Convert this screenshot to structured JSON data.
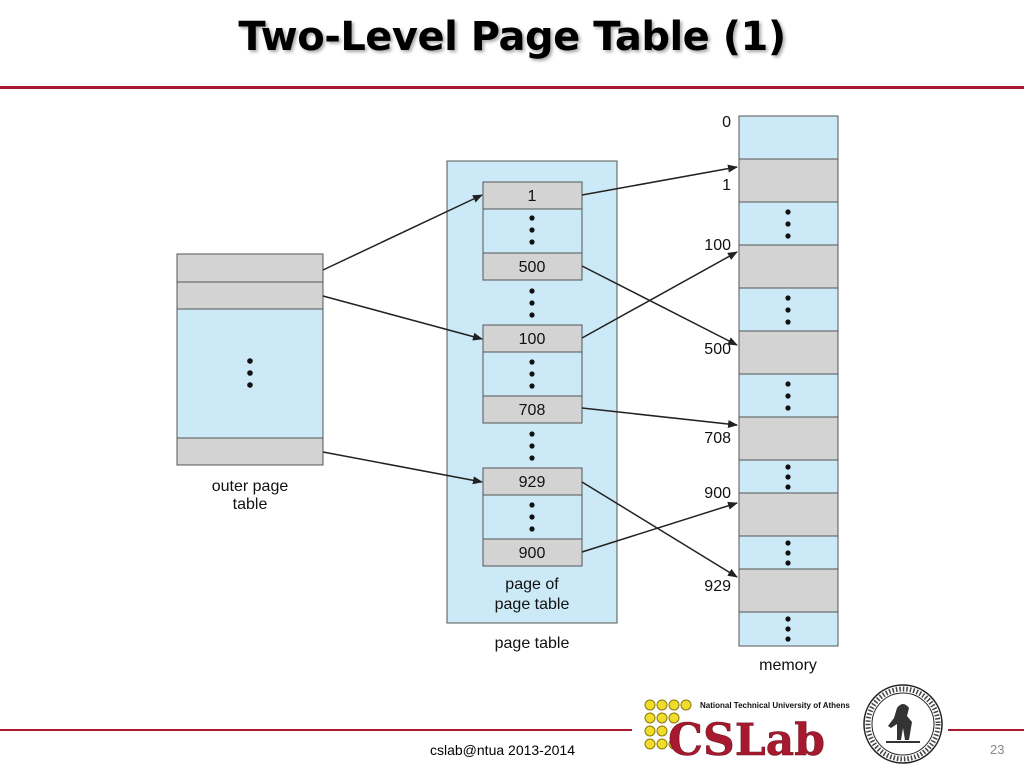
{
  "slide": {
    "title": "Two-Level Page Table (1)",
    "footer": "cslab@ntua 2013-2014",
    "page_number": "23"
  },
  "diagram": {
    "outer_table_label": [
      "outer page",
      "table"
    ],
    "inner_group_label": [
      "page of",
      "page table"
    ],
    "page_table_label": "page table",
    "memory_label": "memory",
    "inner_entries": [
      "1",
      "500",
      "100",
      "708",
      "929",
      "900"
    ],
    "memory_labels": [
      "0",
      "1",
      "100",
      "500",
      "708",
      "900",
      "929"
    ]
  },
  "logo": {
    "university": "National Technical University of Athens",
    "lab": "CSLab"
  },
  "colors": {
    "cell_blue": "#cce9f7",
    "cell_gray": "#d3d3d3",
    "accent_red": "#a6192e",
    "logo_yellow": "#f2dc2a"
  }
}
